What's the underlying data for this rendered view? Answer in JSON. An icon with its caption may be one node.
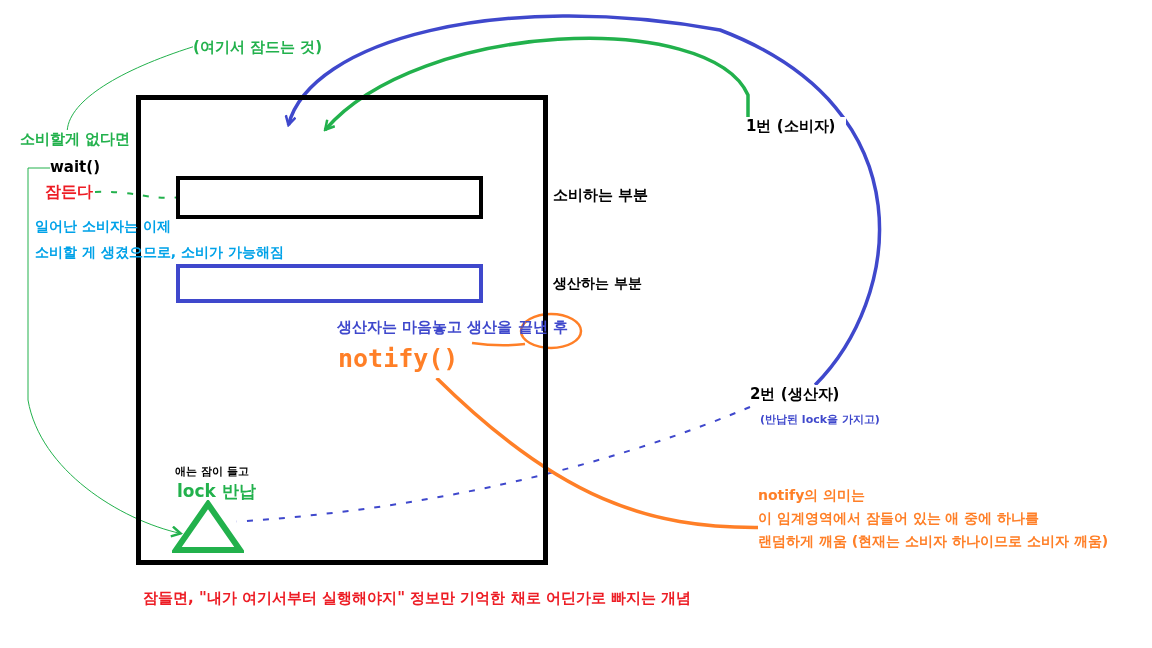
{
  "diagram": {
    "nodes": [
      {
        "text": [],
        "shape": "box"
      },
      {
        "text": [],
        "shape": "box",
        "in": 0
      },
      {
        "text": [],
        "shape": "box",
        "in": 0
      },
      {
        "text": [],
        "shape": "triangle",
        "in": 0,
        "beside": [
          "애는 잠이 들고",
          "lock 반납"
        ]
      },
      {
        "text": [
          "1번 (소비자)"
        ]
      },
      {
        "text": [
          "2번 (생산자)"
        ],
        "beside": [
          "(반납된 lock을 가지고)"
        ]
      },
      {
        "text": [
          "notify()"
        ],
        "in": 0
      },
      {
        "text": [
          "notify의 의미는 이 임계영역에서 잠들어 있는 애 중에 하나를 랜덤하게 깨움 (현재는 소비자 하나이므로 소비자 깨움)"
        ]
      },
      {
        "text": [
          "(여기서 잠드는 것)"
        ]
      },
      {
        "text": [
          "소비할게 없다면"
        ]
      },
      {
        "text": [
          "wait()"
        ]
      },
      {
        "text": [
          "잠든다"
        ]
      }
    ],
    "edges": [
      {
        "from": 4,
        "to": 0,
        "arrow": "to",
        "color": "#22b14c"
      },
      {
        "from": 5,
        "to": 0,
        "arrow": "to",
        "color": "#3f48cc"
      },
      {
        "from": 5,
        "to": 3,
        "arrow": "none",
        "style": "dashed",
        "color": "#3f48cc"
      },
      {
        "from": 6,
        "to": 7,
        "arrow": "none",
        "color": "#ff7f27"
      },
      {
        "from": 8,
        "to": 9,
        "arrow": "none",
        "color": "#22b14c"
      },
      {
        "from": 10,
        "to": 3,
        "arrow": "to",
        "color": "#22b14c"
      },
      {
        "from": 11,
        "to": 1,
        "arrow": "none",
        "style": "dashed",
        "color": "#22b14c"
      }
    ],
    "labels": [
      "소비하는 부분",
      "일어난 소비자는 이제 소비할 게 생겼으므로, 소비가 가능해짐",
      "생산하는 부분",
      "생산자는 마음놓고 생산을 끝낸 후",
      "잠들면, \"내가 여기서부터 실행해야지\" 정보만 기억한 채로 어딘가로 빠지는 개념"
    ]
  }
}
